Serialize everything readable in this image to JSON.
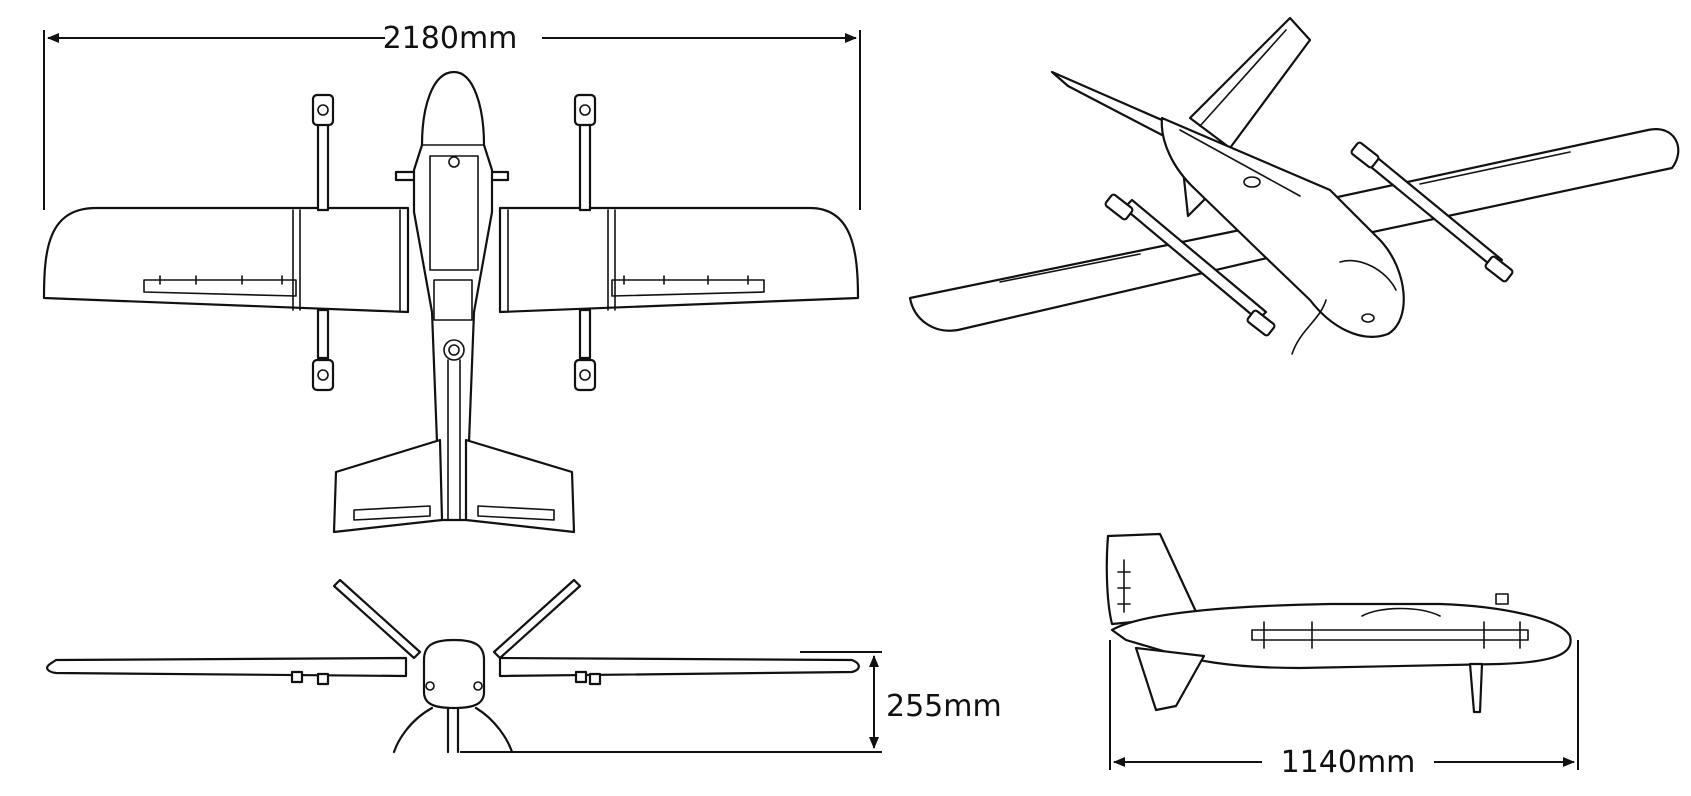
{
  "dimensions": {
    "wingspan": "2180mm",
    "height": "255mm",
    "length": "1140mm"
  },
  "views": [
    "top-view",
    "isometric-view",
    "front-view",
    "side-view"
  ],
  "line_color": "#111111",
  "background_color": "#ffffff"
}
